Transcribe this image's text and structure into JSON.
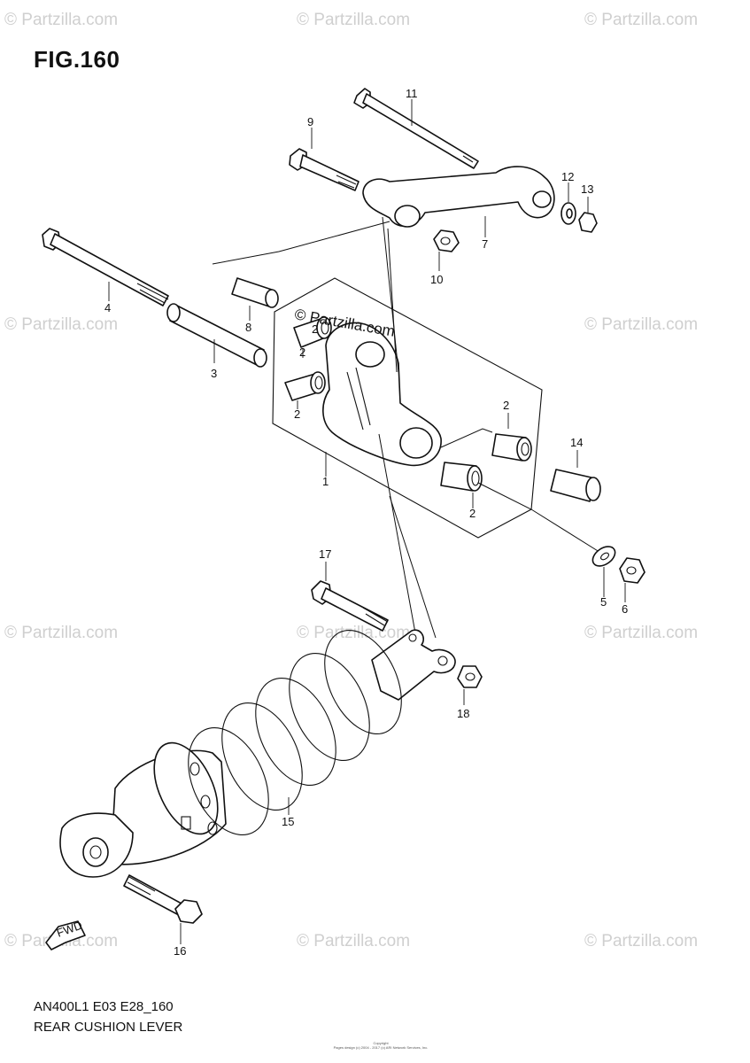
{
  "figure": {
    "title": "FIG.160",
    "model_code": "AN400L1 E03 E28_160",
    "name": "REAR CUSHION LEVER",
    "copyright_line1": "Copyright",
    "copyright_line2": "Pages design (c) 2004 - 2017 (c) ARI Network Services, Inc."
  },
  "brand_label": "© Partzilla.com",
  "watermark_text": "© Partzilla.com",
  "fwd_label": "FWD",
  "callouts": [
    "1",
    "2",
    "2",
    "2",
    "2",
    "2",
    "3",
    "4",
    "5",
    "6",
    "7",
    "8",
    "9",
    "10",
    "11",
    "12",
    "13",
    "14",
    "15",
    "16",
    "17",
    "18"
  ],
  "colors": {
    "line": "#111111",
    "watermark": "#cfcfcf",
    "background": "#ffffff"
  }
}
